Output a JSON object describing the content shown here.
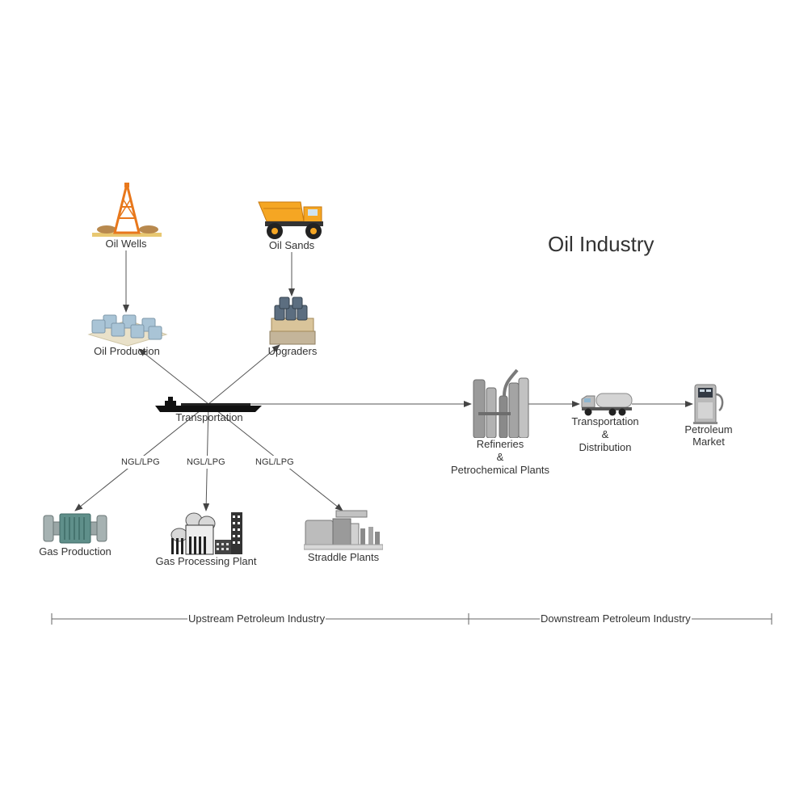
{
  "diagram": {
    "title": "Oil Industry",
    "nodes": {
      "oil_wells": "Oil Wells",
      "oil_sands": "Oil Sands",
      "oil_production": "Oil Production",
      "upgraders": "Upgraders",
      "transportation": "Transportation",
      "refineries": [
        "Refineries",
        "&",
        "Petrochemical Plants"
      ],
      "transport_distribution": [
        "Transportation",
        "&",
        "Distribution"
      ],
      "petroleum_market": [
        "Petroleum",
        "Market"
      ],
      "gas_production": "Gas Production",
      "gas_processing_plant": "Gas Processing Plant",
      "straddle_plants": "Straddle Plants"
    },
    "edge_labels": {
      "to_gas_production": "NGL/LPG",
      "to_gas_processing": "NGL/LPG",
      "to_straddle": "NGL/LPG"
    },
    "bands": {
      "upstream": "Upstream Petroleum Industry",
      "downstream": "Downstream Petroleum Industry"
    },
    "colors": {
      "line": "#555555",
      "text": "#333333",
      "derrick": "#e8781c",
      "truck": "#f5a623",
      "tank": "#a9c4d6",
      "metal": "#9a9a9a"
    },
    "icons": {
      "oil_wells": "oil-derrick-icon",
      "oil_sands": "dump-truck-icon",
      "oil_production": "storage-tanks-icon",
      "upgraders": "barrel-stack-icon",
      "transportation": "tanker-ship-icon",
      "refineries": "refinery-towers-icon",
      "transport_distribution": "tanker-truck-icon",
      "petroleum_market": "fuel-pump-icon",
      "gas_production": "gas-compressor-icon",
      "gas_processing_plant": "processing-plant-icon",
      "straddle_plants": "straddle-plant-icon"
    }
  }
}
